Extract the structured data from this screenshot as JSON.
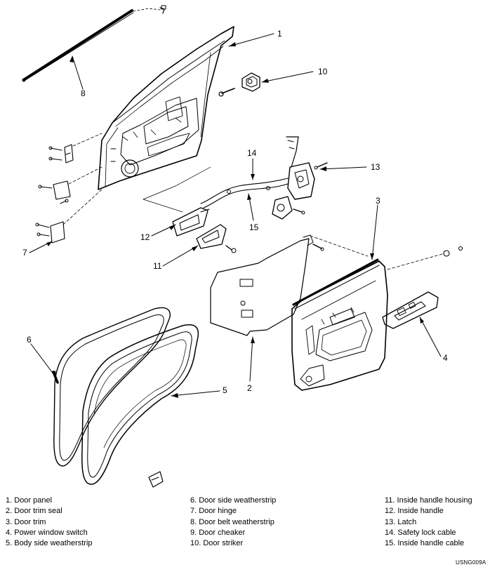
{
  "callouts": [
    {
      "id": "1",
      "text": "1"
    },
    {
      "id": "2",
      "text": "2"
    },
    {
      "id": "3",
      "text": "3"
    },
    {
      "id": "4",
      "text": "4"
    },
    {
      "id": "5",
      "text": "5"
    },
    {
      "id": "6",
      "text": "6"
    },
    {
      "id": "7",
      "text": "7"
    },
    {
      "id": "8",
      "text": "8"
    },
    {
      "id": "10",
      "text": "10"
    },
    {
      "id": "11",
      "text": "11"
    },
    {
      "id": "12",
      "text": "12"
    },
    {
      "id": "13",
      "text": "13"
    },
    {
      "id": "14",
      "text": "14"
    },
    {
      "id": "15",
      "text": "15"
    }
  ],
  "legend": {
    "columns": [
      [
        "1. Door panel",
        "2. Door trim seal",
        "3. Door trim",
        "4. Power window switch",
        "5. Body side weatherstrip"
      ],
      [
        "6. Door side weatherstrip",
        "7. Door hinge",
        "8. Door belt weatherstrip",
        "9. Door cheaker",
        "10. Door striker"
      ],
      [
        "11. Inside handle housing",
        "12. Inside handle",
        "13. Latch",
        "14. Safety lock cable",
        "15. Inside handle cable"
      ]
    ]
  },
  "figure_code": "USNG009A"
}
